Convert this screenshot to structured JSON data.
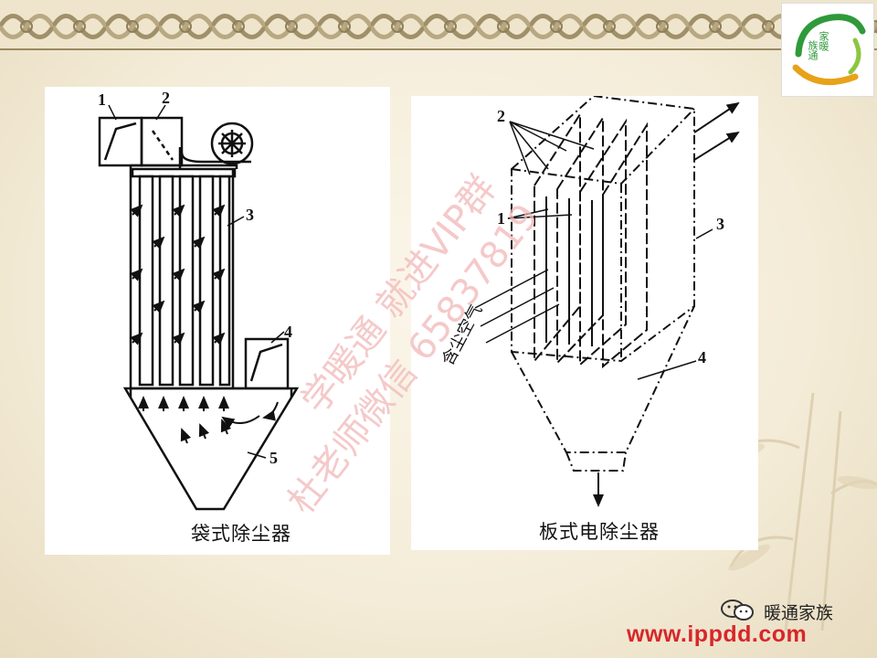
{
  "slide": {
    "background_color": "#f4ecd8",
    "border_color": "#9a8a62"
  },
  "logo": {
    "line1": "家暖",
    "line2": "族通",
    "brand_colors": [
      "#2f9a3a",
      "#e8a21a"
    ]
  },
  "figure_left": {
    "caption": "袋式除尘器",
    "labels": [
      "1",
      "2",
      "3",
      "4",
      "5"
    ]
  },
  "figure_right": {
    "caption": "板式电除尘器",
    "labels": [
      "2",
      "1",
      "3",
      "4"
    ],
    "inlet_label": "含尘空气"
  },
  "watermark": {
    "line1": "学暖通 就进VIP群",
    "line2": "杜老师微信 65837819",
    "color": "#f2b8b8"
  },
  "footer": {
    "wechat_name": "暖通家族",
    "site_url": "www.ippdd.com",
    "url_color": "#d8262a"
  }
}
